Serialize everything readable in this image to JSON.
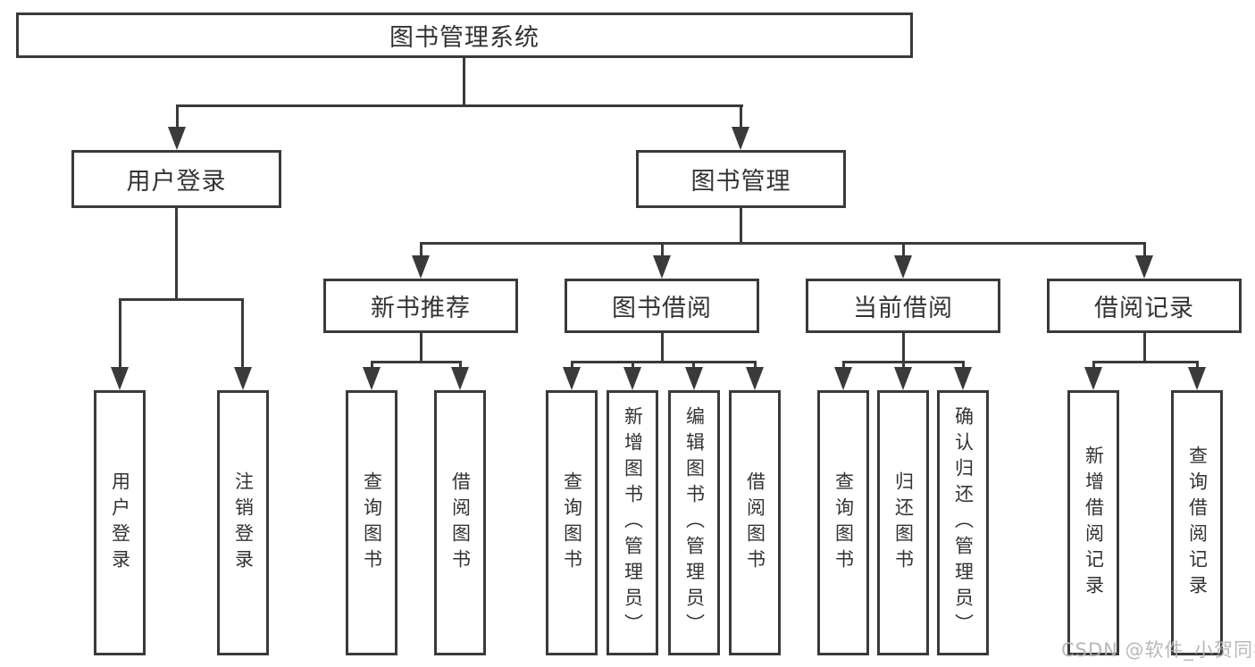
{
  "title": "图书管理系统",
  "colors": {
    "line": "#3a3a3a",
    "text": "#333333",
    "background": "#ffffff",
    "watermark": "#b2b2b2"
  },
  "watermark": {
    "text": "CSDN @软件_小贺同学"
  },
  "tree": {
    "root": {
      "label": "图书管理系统"
    },
    "branches": [
      {
        "label": "用户登录",
        "children": [
          {
            "label": "用户登录"
          },
          {
            "label": "注销登录"
          }
        ]
      },
      {
        "label": "图书管理",
        "children": [
          {
            "label": "新书推荐",
            "children": [
              {
                "label": "查询图书"
              },
              {
                "label": "借阅图书"
              }
            ]
          },
          {
            "label": "图书借阅",
            "children": [
              {
                "label": "查询图书"
              },
              {
                "label": "新增图书（管理员）"
              },
              {
                "label": "编辑图书（管理员）"
              },
              {
                "label": "借阅图书"
              }
            ]
          },
          {
            "label": "当前借阅",
            "children": [
              {
                "label": "查询图书"
              },
              {
                "label": "归还图书"
              },
              {
                "label": "确认归还（管理员）"
              }
            ]
          },
          {
            "label": "借阅记录",
            "children": [
              {
                "label": "新增借阅记录"
              },
              {
                "label": "查询借阅记录"
              }
            ]
          }
        ]
      }
    ]
  }
}
